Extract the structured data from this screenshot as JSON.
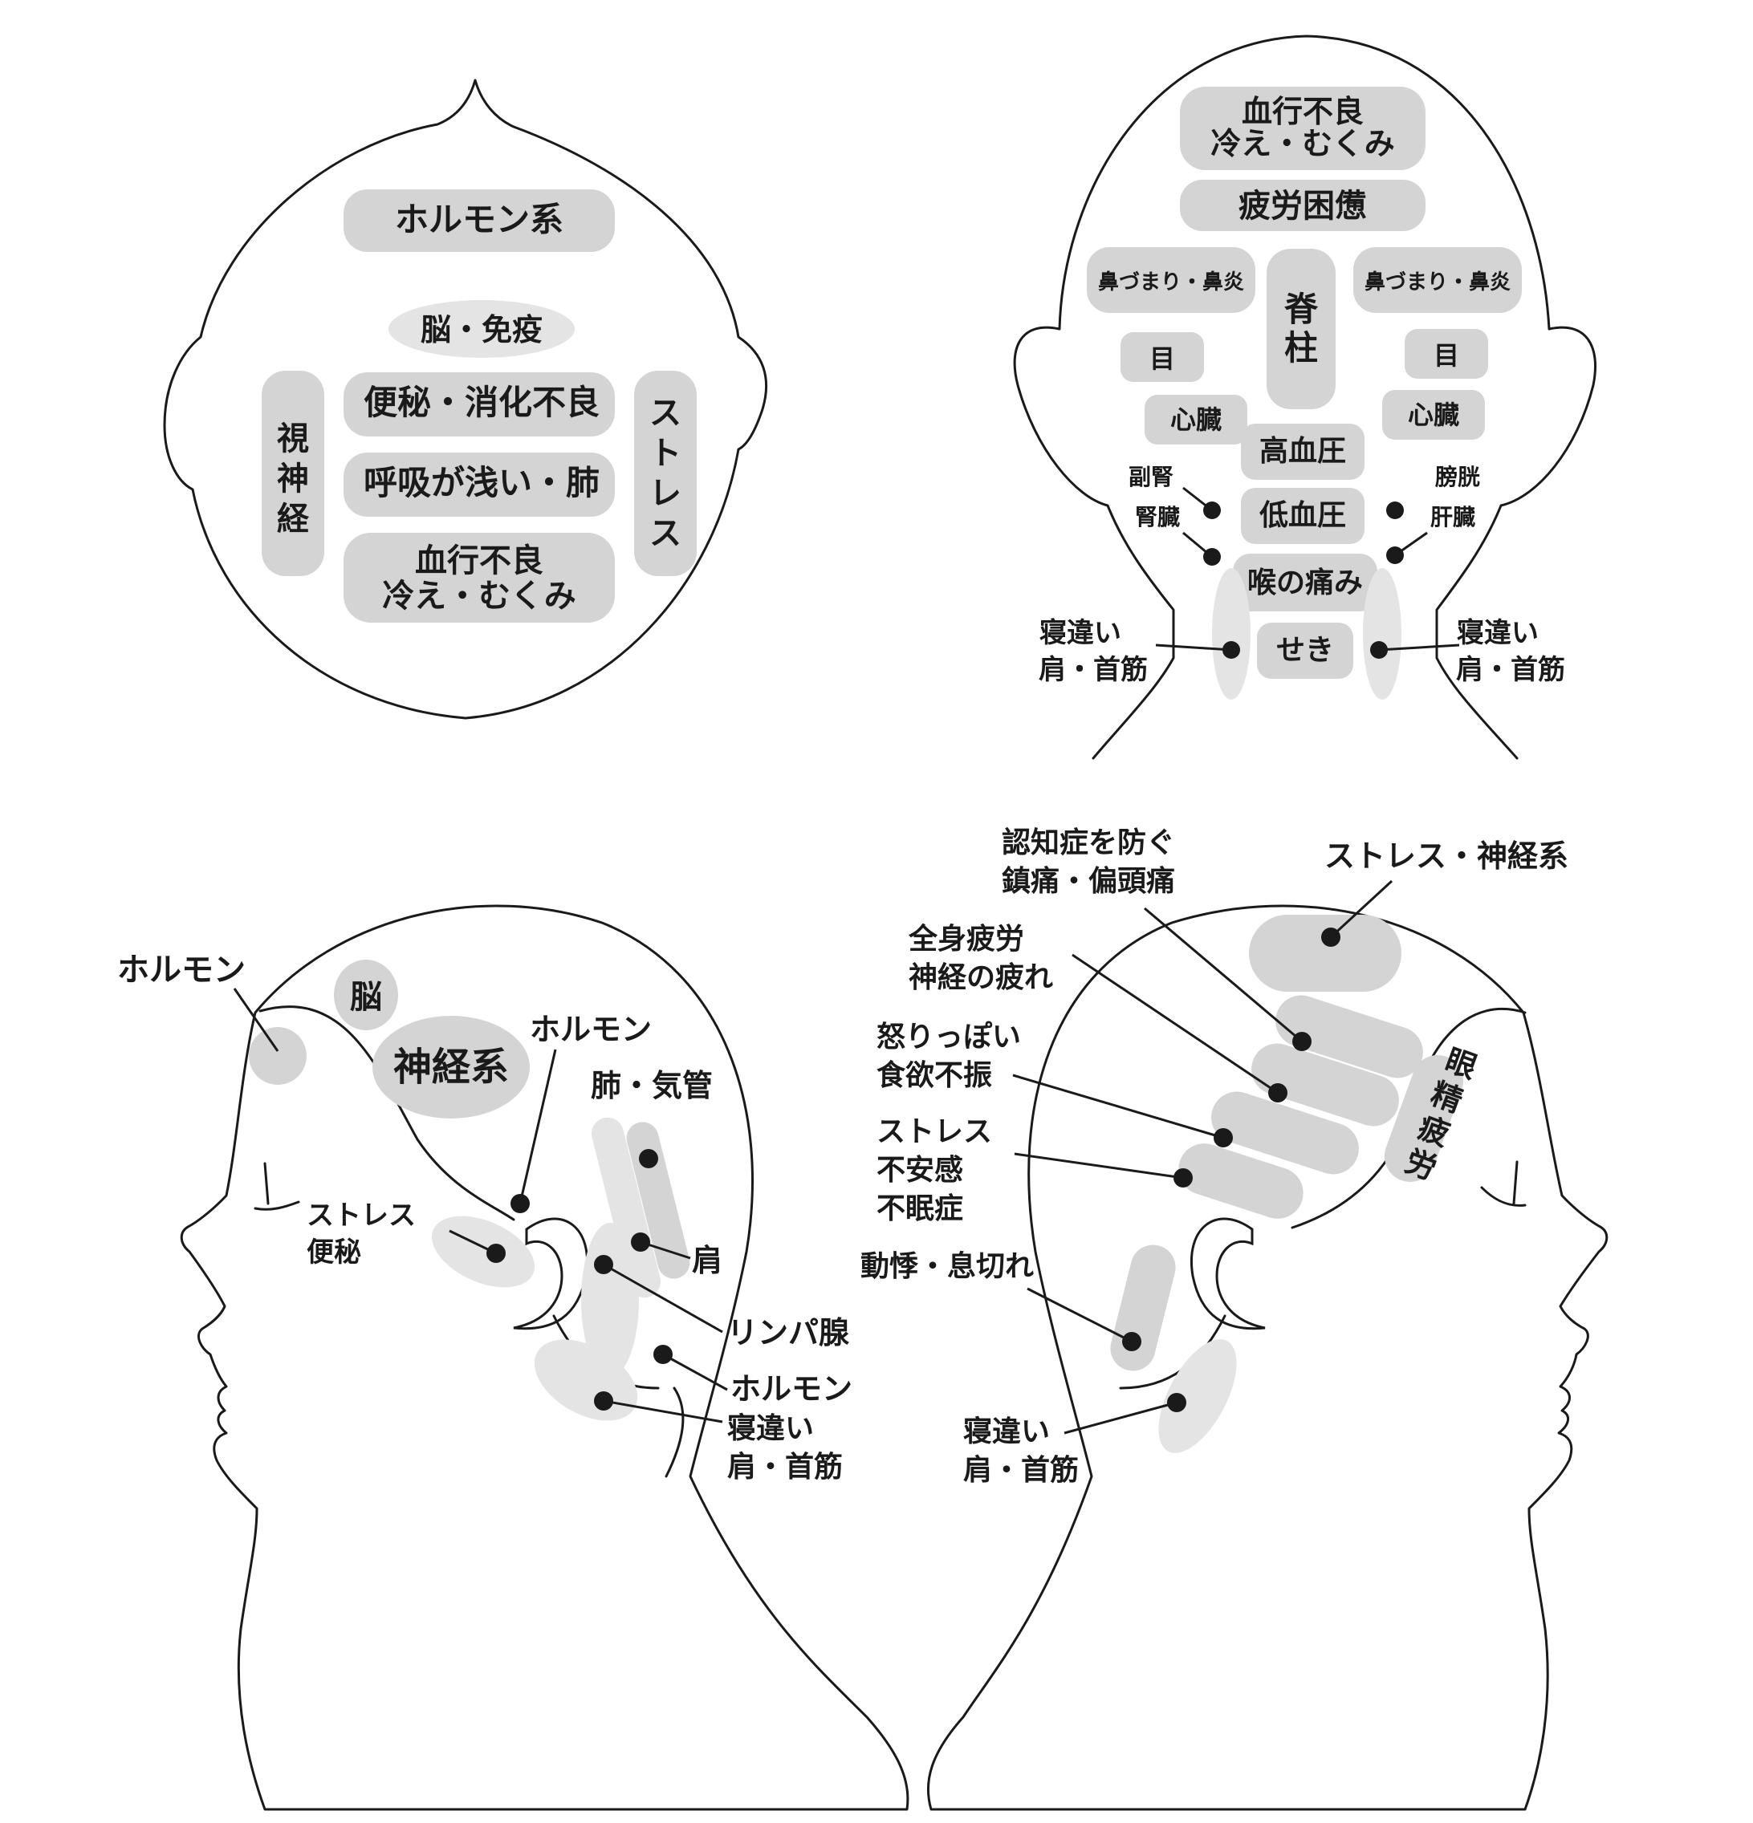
{
  "top_view": {
    "hormone": "ホルモン系",
    "brain_immune": "脳・免疫",
    "constipation": "便秘・消化不良",
    "breathing": "呼吸が浅い・肺",
    "blood_1": "血行不良",
    "blood_2": "冷え・むくみ",
    "optic_chars": [
      "視",
      "神",
      "経"
    ],
    "stress_chars": [
      "ス",
      "ト",
      "レ",
      "ス"
    ]
  },
  "back_view": {
    "blood_1": "血行不良",
    "blood_2": "冷え・むくみ",
    "fatigue": "疲労困憊",
    "nose_left": "鼻づまり・鼻炎",
    "nose_right": "鼻づまり・鼻炎",
    "spine_chars": [
      "脊",
      "柱"
    ],
    "eye_left": "目",
    "eye_right": "目",
    "heart_left": "心臓",
    "heart_right": "心臓",
    "high_bp": "高血圧",
    "low_bp": "低血圧",
    "throat": "喉の痛み",
    "cough": "せき",
    "adrenal": "副腎",
    "kidney": "腎臓",
    "bladder": "膀胱",
    "liver": "肝臓",
    "stiff_left_1": "寝違い",
    "stiff_left_2": "肩・首筋",
    "stiff_right_1": "寝違い",
    "stiff_right_2": "肩・首筋"
  },
  "left_profile": {
    "hormone_top": "ホルモン",
    "brain": "脳",
    "nerve": "神経系",
    "hormone_mid": "ホルモン",
    "lung": "肺・気管",
    "stress_1": "ストレス",
    "stress_2": "便秘",
    "shoulder": "肩",
    "lymph": "リンパ腺",
    "hormone_low": "ホルモン",
    "stiff_1": "寝違い",
    "stiff_2": "肩・首筋"
  },
  "right_profile": {
    "dementia_1": "認知症を防ぐ",
    "dementia_2": "鎮痛・偏頭痛",
    "stress_nerve": "ストレス・神経系",
    "fatigue_1": "全身疲労",
    "fatigue_2": "神経の疲れ",
    "anger_1": "怒りっぽい",
    "anger_2": "食欲不振",
    "stress_1": "ストレス",
    "stress_2": "不安感",
    "stress_3": "不眠症",
    "palpitation": "動悸・息切れ",
    "eye_chars": [
      "眼",
      "精",
      "疲",
      "労"
    ],
    "stiff_1": "寝違い",
    "stiff_2": "肩・首筋"
  }
}
